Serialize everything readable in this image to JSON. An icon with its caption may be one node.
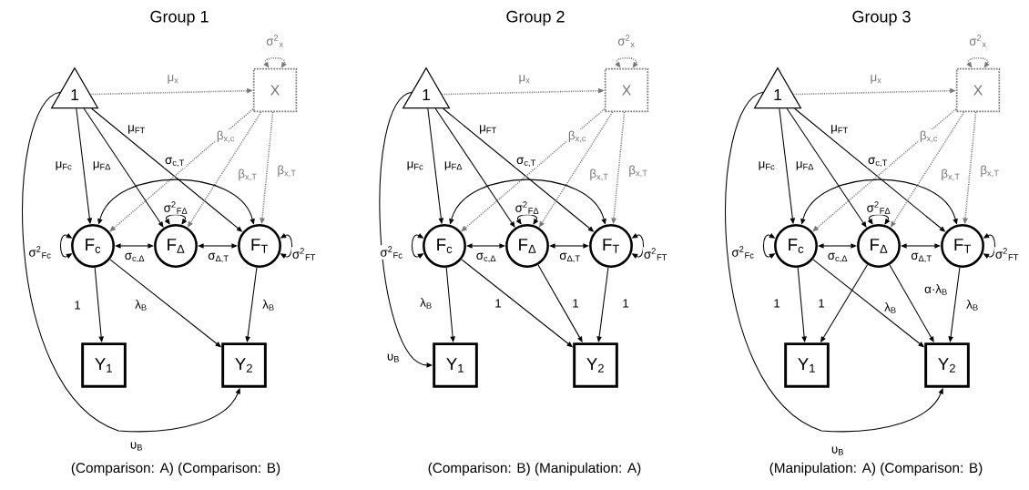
{
  "diagram": {
    "nodes": [
      {
        "text": [
          "1"
        ]
      },
      {
        "text": [
          "X"
        ]
      },
      {
        "text": [
          "F$_{c}$"
        ]
      },
      {
        "text": [
          "F$_{Δ}$"
        ]
      },
      {
        "text": [
          "F$_{T}$"
        ]
      },
      {
        "text": [
          "Y$_{1}$"
        ]
      },
      {
        "text": [
          "Y$_{2}$"
        ]
      },
      {
        "text": [
          "1"
        ]
      },
      {
        "text": [
          "X"
        ]
      },
      {
        "text": [
          "F$_{c}$"
        ]
      },
      {
        "text": [
          "F$_{Δ}$"
        ]
      },
      {
        "text": [
          "F$_{T}$"
        ]
      },
      {
        "text": [
          "Y$_{1}$"
        ]
      },
      {
        "text": [
          "Y$_{2}$"
        ]
      },
      {
        "text": [
          "1"
        ]
      },
      {
        "text": [
          "X"
        ]
      },
      {
        "text": [
          "F$_{c}$"
        ]
      },
      {
        "text": [
          "F$_{Δ}$"
        ]
      },
      {
        "text": [
          "F$_{T}$"
        ]
      },
      {
        "text": [
          "Y$_{1}$"
        ]
      },
      {
        "text": [
          "Y$_{2}$"
        ]
      }
    ],
    "edges": [
      {
        "from": 0,
        "to": 1,
        "arrow": "to",
        "label": "μ$_{x}$",
        "style": "dashed",
        "color": "#777777"
      },
      {
        "from": 1,
        "to": 1,
        "arrow": "both",
        "label": "σ$^{2}$$_{x}$",
        "style": "dashed",
        "color": "#777777"
      },
      {
        "from": 0,
        "to": 2,
        "arrow": "to",
        "label": "μ$_{Fc}$"
      },
      {
        "from": 0,
        "to": 3,
        "arrow": "to",
        "label": "μ$_{FΔ}$"
      },
      {
        "from": 0,
        "to": 4,
        "arrow": "to",
        "label": "μ$_{FT}$"
      },
      {
        "from": 1,
        "to": 2,
        "arrow": "to",
        "label": "β$_{x,c}$",
        "style": "dashed",
        "color": "#777777"
      },
      {
        "from": 1,
        "to": 3,
        "arrow": "to",
        "label": "β$_{x,T}$",
        "style": "dashed",
        "color": "#777777"
      },
      {
        "from": 1,
        "to": 4,
        "arrow": "to",
        "label": "β$_{x,T}$",
        "style": "dashed",
        "color": "#777777"
      },
      {
        "from": 2,
        "to": 4,
        "arrow": "both",
        "label": "σ$_{c,T}$"
      },
      {
        "from": 2,
        "to": 3,
        "arrow": "both",
        "label": "σ$_{c,Δ}$"
      },
      {
        "from": 3,
        "to": 4,
        "arrow": "both",
        "label": "σ$_{Δ,T}$"
      },
      {
        "from": 2,
        "to": 2,
        "arrow": "both",
        "label": "σ$^{2}$$_{Fc}$"
      },
      {
        "from": 3,
        "to": 3,
        "arrow": "both",
        "label": "σ$^{2}$$_{FΔ}$"
      },
      {
        "from": 4,
        "to": 4,
        "arrow": "both",
        "label": "σ$^{2}$$_{FT}$"
      },
      {
        "from": 2,
        "to": 5,
        "arrow": "to",
        "label": "1"
      },
      {
        "from": 2,
        "to": 6,
        "arrow": "to",
        "label": "λ$_{B}$"
      },
      {
        "from": 4,
        "to": 6,
        "arrow": "to",
        "label": "λ$_{B}$"
      },
      {
        "from": 0,
        "to": 6,
        "arrow": "to",
        "label": "υ$_{B}$"
      },
      {
        "from": 7,
        "to": 8,
        "arrow": "to",
        "label": "μ$_{x}$",
        "style": "dashed",
        "color": "#777777"
      },
      {
        "from": 8,
        "to": 8,
        "arrow": "both",
        "label": "σ$^{2}$$_{x}$",
        "style": "dashed",
        "color": "#777777"
      },
      {
        "from": 7,
        "to": 9,
        "arrow": "to",
        "label": "μ$_{Fc}$"
      },
      {
        "from": 7,
        "to": 10,
        "arrow": "to",
        "label": "μ$_{FΔ}$"
      },
      {
        "from": 7,
        "to": 11,
        "arrow": "to",
        "label": "μ$_{FT}$"
      },
      {
        "from": 8,
        "to": 9,
        "arrow": "to",
        "label": "β$_{x,c}$",
        "style": "dashed",
        "color": "#777777"
      },
      {
        "from": 8,
        "to": 10,
        "arrow": "to",
        "label": "β$_{x,T}$",
        "style": "dashed",
        "color": "#777777"
      },
      {
        "from": 8,
        "to": 11,
        "arrow": "to",
        "label": "β$_{x,T}$",
        "style": "dashed",
        "color": "#777777"
      },
      {
        "from": 9,
        "to": 11,
        "arrow": "both",
        "label": "σ$_{c,T}$"
      },
      {
        "from": 9,
        "to": 10,
        "arrow": "both",
        "label": "σ$_{c,Δ}$"
      },
      {
        "from": 10,
        "to": 11,
        "arrow": "both",
        "label": "σ$_{Δ,T}$"
      },
      {
        "from": 9,
        "to": 9,
        "arrow": "both",
        "label": "σ$^{2}$$_{Fc}$"
      },
      {
        "from": 10,
        "to": 10,
        "arrow": "both",
        "label": "σ$^{2}$$_{FΔ}$"
      },
      {
        "from": 11,
        "to": 11,
        "arrow": "both",
        "label": "σ$^{2}$$_{FT}$"
      },
      {
        "from": 9,
        "to": 12,
        "arrow": "to",
        "label": "λ$_{B}$"
      },
      {
        "from": 9,
        "to": 13,
        "arrow": "to",
        "label": "1"
      },
      {
        "from": 10,
        "to": 13,
        "arrow": "to",
        "label": "1"
      },
      {
        "from": 11,
        "to": 13,
        "arrow": "to",
        "label": "1"
      },
      {
        "from": 7,
        "to": 12,
        "arrow": "to",
        "label": "υ$_{B}$"
      },
      {
        "from": 14,
        "to": 15,
        "arrow": "to",
        "label": "μ$_{x}$",
        "style": "dashed",
        "color": "#777777"
      },
      {
        "from": 15,
        "to": 15,
        "arrow": "both",
        "label": "σ$^{2}$$_{x}$",
        "style": "dashed",
        "color": "#777777"
      },
      {
        "from": 14,
        "to": 16,
        "arrow": "to",
        "label": "μ$_{Fc}$"
      },
      {
        "from": 14,
        "to": 17,
        "arrow": "to",
        "label": "μ$_{FΔ}$"
      },
      {
        "from": 14,
        "to": 18,
        "arrow": "to",
        "label": "μ$_{FT}$"
      },
      {
        "from": 15,
        "to": 16,
        "arrow": "to",
        "label": "β$_{x,c}$",
        "style": "dashed",
        "color": "#777777"
      },
      {
        "from": 15,
        "to": 17,
        "arrow": "to",
        "label": "β$_{x,T}$",
        "style": "dashed",
        "color": "#777777"
      },
      {
        "from": 15,
        "to": 18,
        "arrow": "to",
        "label": "β$_{x,T}$",
        "style": "dashed",
        "color": "#777777"
      },
      {
        "from": 16,
        "to": 18,
        "arrow": "both",
        "label": "σ$_{c,T}$"
      },
      {
        "from": 16,
        "to": 17,
        "arrow": "both",
        "label": "σ$_{c,Δ}$"
      },
      {
        "from": 17,
        "to": 18,
        "arrow": "both",
        "label": "σ$_{Δ,T}$"
      },
      {
        "from": 16,
        "to": 16,
        "arrow": "both",
        "label": "σ$^{2}$$_{Fc}$"
      },
      {
        "from": 17,
        "to": 17,
        "arrow": "both",
        "label": "σ$^{2}$$_{FΔ}$"
      },
      {
        "from": 18,
        "to": 18,
        "arrow": "both",
        "label": "σ$^{2}$$_{FT}$"
      },
      {
        "from": 16,
        "to": 19,
        "arrow": "to",
        "label": "1"
      },
      {
        "from": 17,
        "to": 19,
        "arrow": "to",
        "label": "1"
      },
      {
        "from": 16,
        "to": 20,
        "arrow": "to",
        "label": "λ$_{B}$"
      },
      {
        "from": 17,
        "to": 20,
        "arrow": "to",
        "label": "α·λ$_{B}$"
      },
      {
        "from": 18,
        "to": 20,
        "arrow": "to",
        "label": "λ$_{B}$"
      },
      {
        "from": 14,
        "to": 20,
        "arrow": "to",
        "label": "υ$_{B}$"
      }
    ],
    "labels": [
      "Group 1",
      "Group 2",
      "Group 3",
      "(Comparison: A) (Comparison: B)",
      "(Comparison: B) (Manipulation: A)",
      "(Manipulation: A) (Comparison: B)"
    ]
  }
}
